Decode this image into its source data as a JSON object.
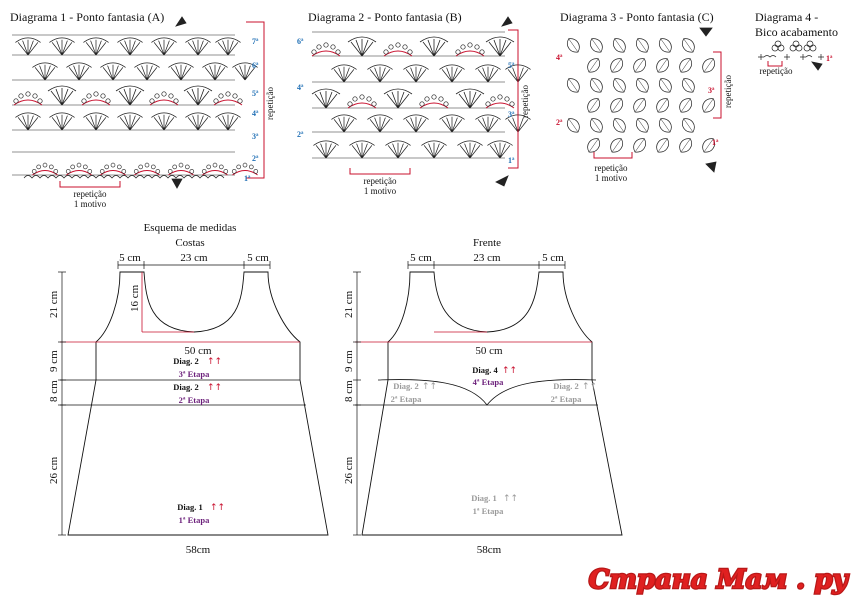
{
  "diagrams": [
    {
      "title": "Diagrama 1 - Ponto fantasia (A)",
      "rows": [
        "7ª",
        "6ª",
        "5ª",
        "4ª",
        "3ª",
        "2ª",
        "1ª"
      ],
      "repeat_side": "repetição",
      "repeat_bottom": [
        "repetição",
        "1 motivo"
      ]
    },
    {
      "title": "Diagrama 2 - Ponto fantasia (B)",
      "rows_left": [
        "6ª",
        "4ª",
        "2ª"
      ],
      "rows_right": [
        "5ª",
        "3ª",
        "1ª"
      ],
      "repeat_side": "repetição",
      "repeat_bottom": [
        "repetição",
        "1 motivo"
      ]
    },
    {
      "title": "Diagrama 3 - Ponto fantasia (C)",
      "rows_left": [
        "4ª",
        "2ª"
      ],
      "rows_right": [
        "3ª",
        "1ª"
      ],
      "repeat_side": "repetição",
      "repeat_bottom": [
        "repetição",
        "1 motivo"
      ]
    },
    {
      "title_lines": [
        "Diagrama 4 -",
        "Bico acabamento"
      ],
      "row": "1ª",
      "repeat": "repetição"
    }
  ],
  "schema": {
    "title": "Esquema de medidas",
    "back": {
      "label": "Costas",
      "top": [
        "5 cm",
        "23 cm",
        "5 cm"
      ],
      "neck_depth": "16 cm",
      "width_mid": "50 cm",
      "width_bottom": "58cm",
      "heights": [
        "21 cm",
        "9 cm",
        "8 cm",
        "26 cm"
      ],
      "sections": [
        {
          "diag": "Diag. 2",
          "etapa": "3ª Etapa"
        },
        {
          "diag": "Diag. 2",
          "etapa": "2ª Etapa"
        },
        {
          "diag": "Diag. 1",
          "etapa": "1ª Etapa"
        }
      ]
    },
    "front": {
      "label": "Frente",
      "top": [
        "5 cm",
        "23 cm",
        "5 cm"
      ],
      "width_mid": "50 cm",
      "width_bottom": "58cm",
      "heights": [
        "21 cm",
        "9 cm",
        "8 cm",
        "26 cm"
      ],
      "sections": [
        {
          "diag": "Diag. 4",
          "etapa": "4ª Etapa"
        },
        {
          "diag": "Diag. 2",
          "etapa": "2ª Etapa"
        },
        {
          "diag": "Diag. 2",
          "etapa": "2ª Etapa"
        },
        {
          "diag": "Diag. 1",
          "etapa": "1ª Etapa"
        }
      ]
    }
  },
  "watermark": "Страна Мам . ру",
  "colors": {
    "red": "#c8102e",
    "blue": "#1f6fb5",
    "purple": "#6b1f7a",
    "gray": "#9a9a9a"
  }
}
